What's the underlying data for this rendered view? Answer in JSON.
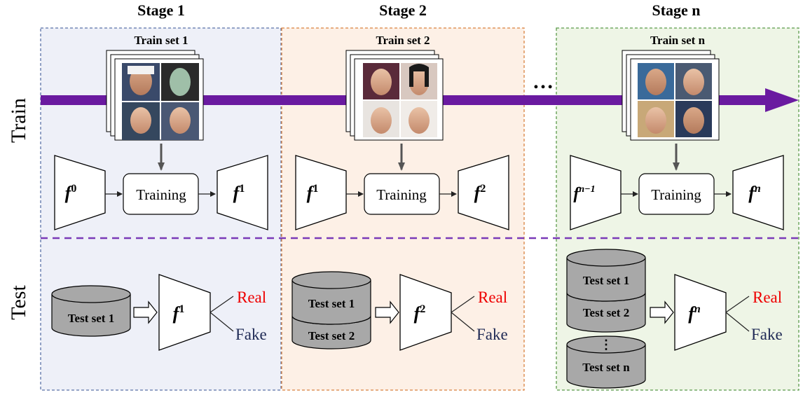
{
  "stages": [
    {
      "title": "Stage 1",
      "train_set": "Train set 1",
      "model_in": {
        "base": "f",
        "sup": "0"
      },
      "model_out": {
        "base": "f",
        "sup": "1"
      },
      "test_model": {
        "base": "f",
        "sup": "1"
      },
      "test_sets": [
        "Test set 1"
      ]
    },
    {
      "title": "Stage 2",
      "train_set": "Train set 2",
      "model_in": {
        "base": "f",
        "sup": "1"
      },
      "model_out": {
        "base": "f",
        "sup": "2"
      },
      "test_model": {
        "base": "f",
        "sup": "2"
      },
      "test_sets": [
        "Test set 1",
        "Test set 2"
      ]
    },
    {
      "title": "Stage n",
      "train_set": "Train set n",
      "model_in": {
        "base": "f",
        "sup": "n−1"
      },
      "model_out": {
        "base": "f",
        "sup": "n"
      },
      "test_model": {
        "base": "f",
        "sup": "n"
      },
      "test_sets": [
        "Test set 1",
        "Test set 2",
        "Test set n"
      ],
      "test_gap": "⋮"
    }
  ],
  "training_label": "Training",
  "row_labels": {
    "train": "Train",
    "test": "Test"
  },
  "ellipsis": "…",
  "outputs": {
    "real": "Real",
    "fake": "Fake"
  },
  "colors": {
    "stage1_bg": "#eef0f8",
    "stage1_border": "#5a72a8",
    "stage2_bg": "#fdf0e6",
    "stage2_border": "#d9813f",
    "stage3_bg": "#eef5e6",
    "stage3_border": "#5a9a4a",
    "arrow": "#6a1aa0",
    "divider": "#7a3ab8",
    "cylinder": "#a8a8a8",
    "real": "#ee0000",
    "fake": "#1f2a55",
    "connector": "#555555"
  }
}
